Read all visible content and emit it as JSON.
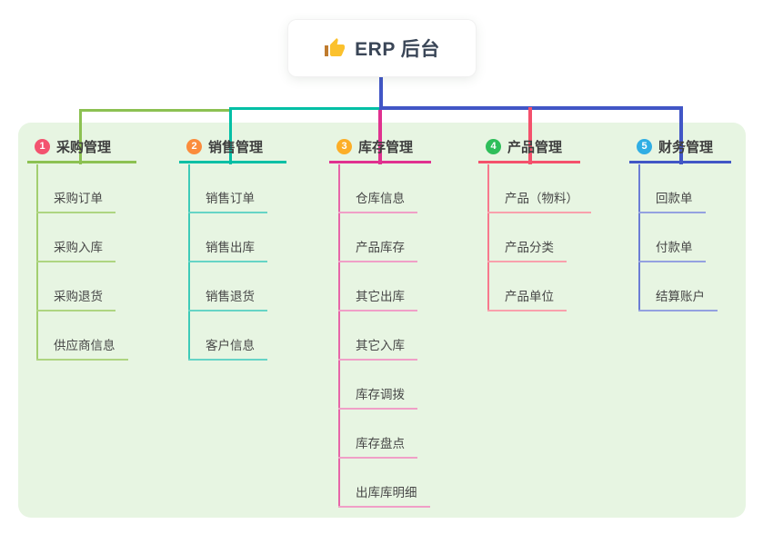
{
  "root": {
    "title": "ERP 后台",
    "icon": "thumbs-up-icon",
    "stem_color": "#4156C6"
  },
  "canvas": {
    "background": "#FFFFFF",
    "panel_color": "#E7F5E2"
  },
  "branches": [
    {
      "index": "1",
      "label": "采购管理",
      "badge_color": "#F3536F",
      "line_color": "#8CC152",
      "trunk_color": "#A3CF70",
      "child_line_color": "#AED581",
      "children": [
        "采购订单",
        "采购入库",
        "采购退货",
        "供应商信息"
      ]
    },
    {
      "index": "2",
      "label": "销售管理",
      "badge_color": "#FB8C3C",
      "line_color": "#00BFA5",
      "trunk_color": "#3DCBB8",
      "child_line_color": "#66D4C6",
      "children": [
        "销售订单",
        "销售出库",
        "销售退货",
        "客户信息"
      ]
    },
    {
      "index": "3",
      "label": "库存管理",
      "badge_color": "#FCAE27",
      "line_color": "#E0318F",
      "trunk_color": "#E765A9",
      "child_line_color": "#F09FC7",
      "children": [
        "仓库信息",
        "产品库存",
        "其它出库",
        "其它入库",
        "库存调拨",
        "库存盘点",
        "出库库明细"
      ]
    },
    {
      "index": "4",
      "label": "产品管理",
      "badge_color": "#2FBE5A",
      "line_color": "#F4516C",
      "trunk_color": "#F7798D",
      "child_line_color": "#F9A0AC",
      "children": [
        "产品（物料）",
        "产品分类",
        "产品单位"
      ]
    },
    {
      "index": "5",
      "label": "财务管理",
      "badge_color": "#30AEE4",
      "line_color": "#4156C6",
      "trunk_color": "#6B7DD4",
      "child_line_color": "#94A1E0",
      "children": [
        "回款单",
        "付款单",
        "结算账户"
      ]
    }
  ]
}
